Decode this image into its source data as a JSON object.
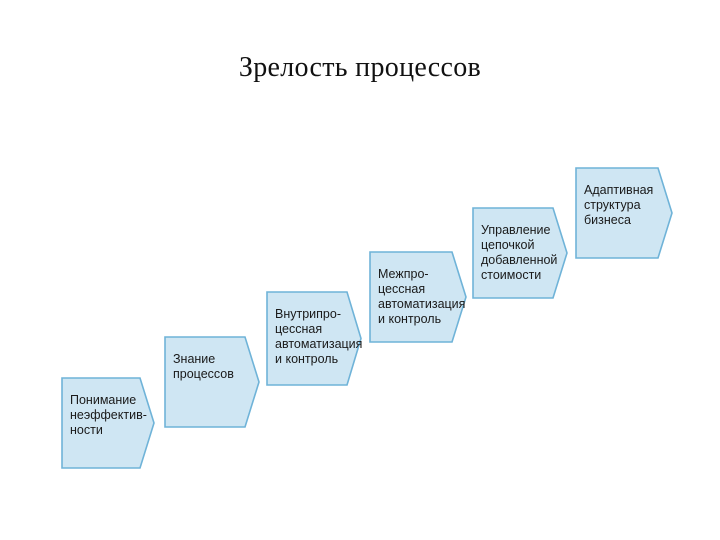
{
  "title": "Зрелость процессов",
  "steps": [
    {
      "lines": [
        "Понимание",
        "неэффектив-",
        "ности"
      ]
    },
    {
      "lines": [
        "Знание",
        "процессов"
      ]
    },
    {
      "lines": [
        "Внутрипро-",
        "цессная",
        "автоматизация",
        "и контроль"
      ]
    },
    {
      "lines": [
        "Межпро-",
        "цессная",
        "автоматизация",
        "и контроль"
      ]
    },
    {
      "lines": [
        "Управление",
        "цепочкой",
        "добавленной",
        "стоимости"
      ]
    },
    {
      "lines": [
        "Адаптивная",
        "структура",
        "бизнеса"
      ]
    }
  ],
  "colors": {
    "fill": "#cfe6f3",
    "stroke": "#6fb3d8",
    "text": "#1a1a1a"
  }
}
